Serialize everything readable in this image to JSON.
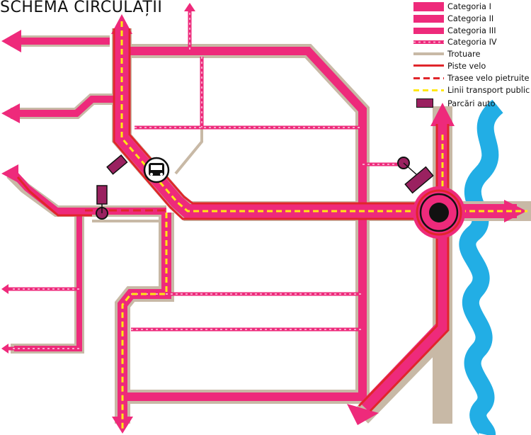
{
  "title": "SCHEMĂ CIRCULAȚII",
  "colors": {
    "road": "#ee2a7b",
    "sidewalk": "#c8b9a6",
    "bike_lane": "#e0262b",
    "transit": "#ffe812",
    "parking": "#9a2160",
    "river": "#22aee5",
    "dotted": "#f4a6c8"
  },
  "legend": [
    {
      "key": "cat1",
      "label": "Categoria I"
    },
    {
      "key": "cat2",
      "label": "Categoria II"
    },
    {
      "key": "cat3",
      "label": "Categoria III"
    },
    {
      "key": "cat4",
      "label": "Categoria IV"
    },
    {
      "key": "sidewalk",
      "label": "Trotuare"
    },
    {
      "key": "bike",
      "label": "Piste velo"
    },
    {
      "key": "bike_gravel",
      "label": "Trasee velo pietruite"
    },
    {
      "key": "transit",
      "label": "Linii transport public"
    },
    {
      "key": "parking",
      "label": "Parcări auto"
    }
  ],
  "icons": {
    "bus_stop": "bus-icon",
    "roundabout": "roundabout-icon",
    "river": "river-icon"
  }
}
